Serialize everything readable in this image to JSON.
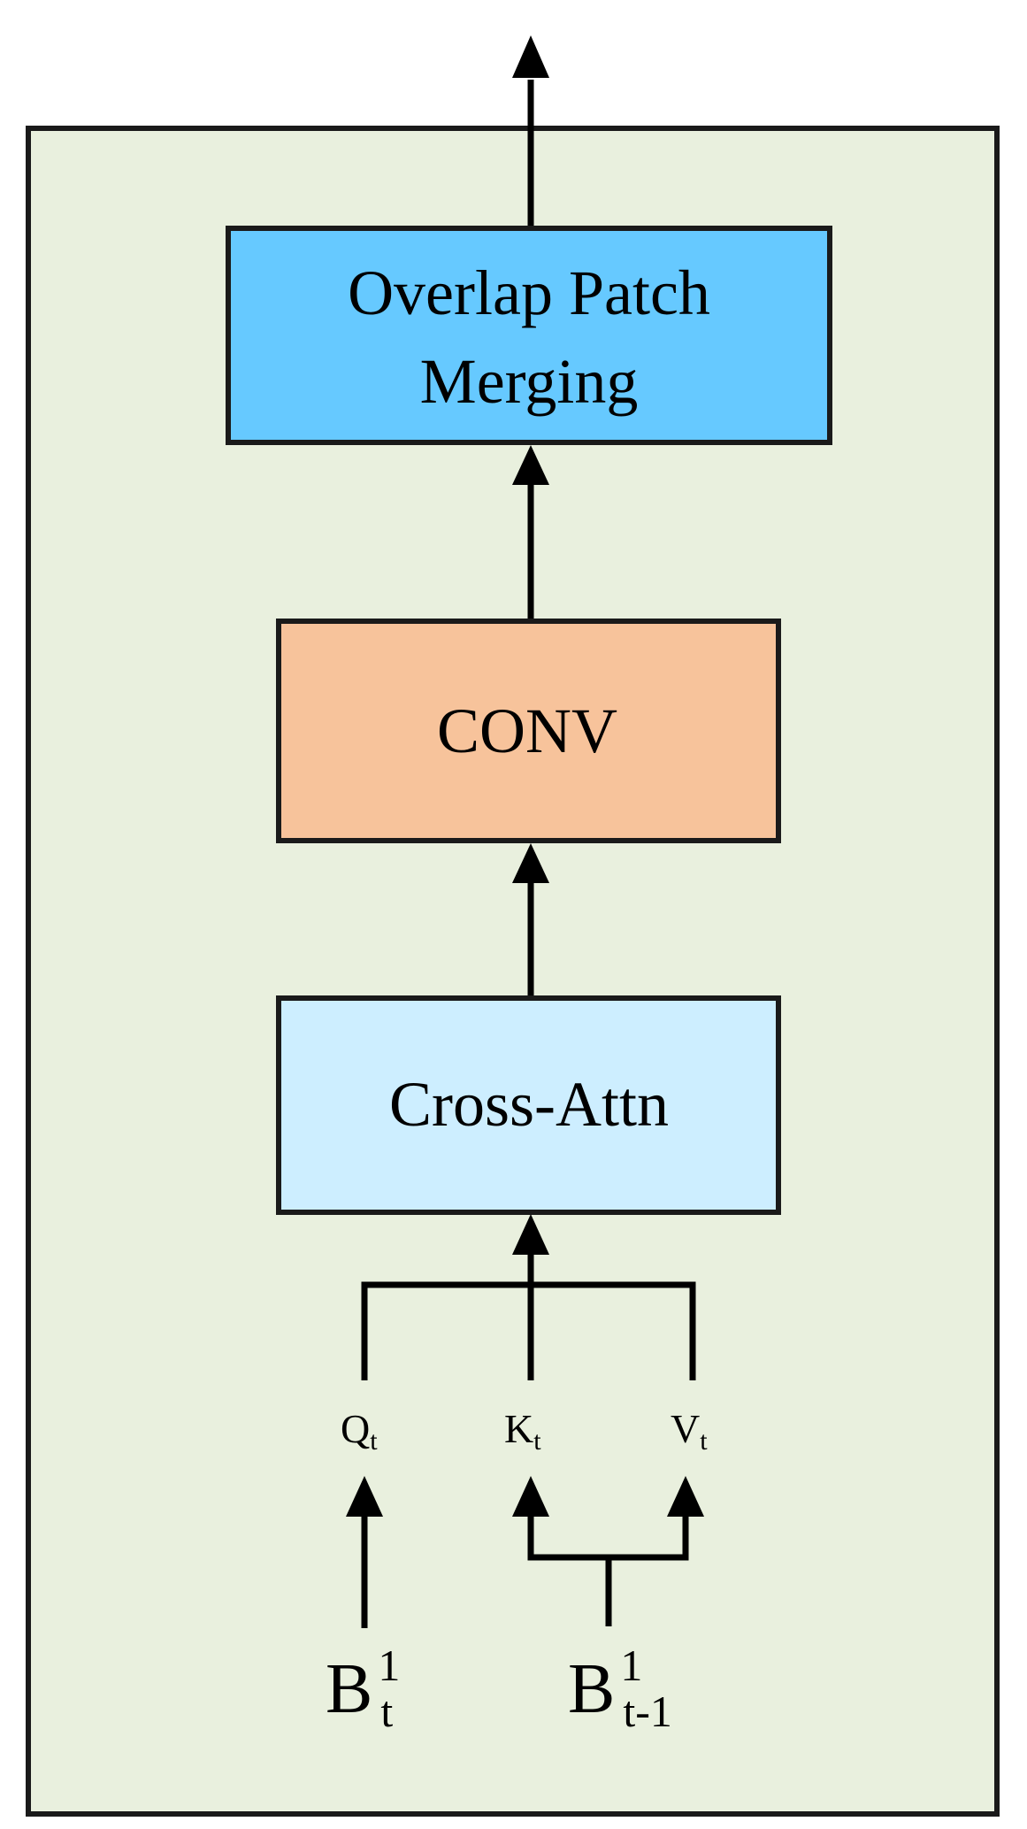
{
  "colors": {
    "panel_fill": "#e9f0de",
    "overlap_fill": "#66c9ff",
    "conv_fill": "#f7c39b",
    "cross_attn_fill": "#cdeeff",
    "stroke": "#1a1a1a"
  },
  "blocks": {
    "overlap": {
      "line1": "Overlap Patch",
      "line2": "Merging"
    },
    "conv": {
      "label": "CONV"
    },
    "cross_attn": {
      "label": "Cross-Attn"
    }
  },
  "qkv": {
    "q": {
      "base": "Q",
      "sub": "t"
    },
    "k": {
      "base": "K",
      "sub": "t"
    },
    "v": {
      "base": "V",
      "sub": "t"
    }
  },
  "inputs": {
    "current": {
      "base": "B",
      "sup": "1",
      "sub": "t"
    },
    "previous": {
      "base": "B",
      "sup": "1",
      "sub": "t-1"
    }
  }
}
